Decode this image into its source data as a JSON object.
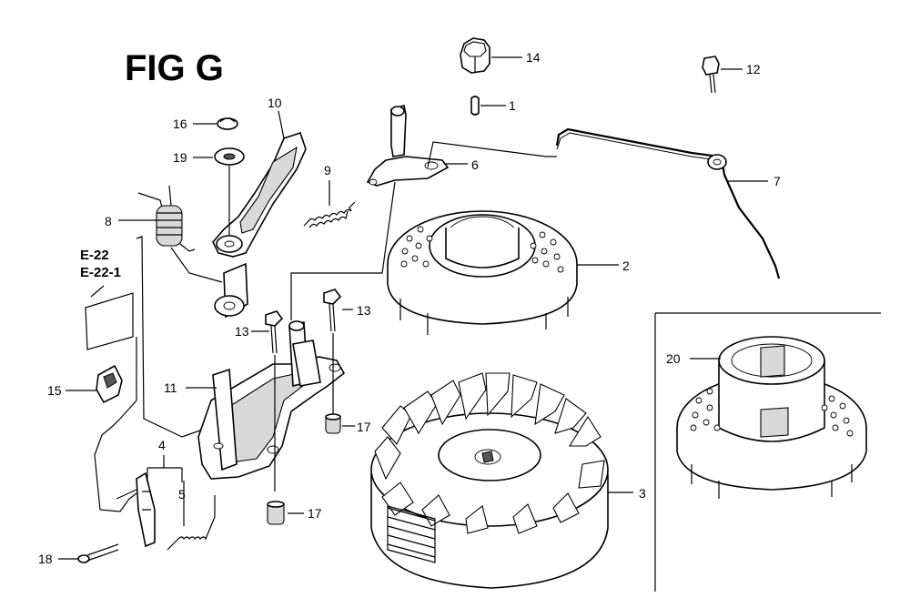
{
  "title": "FIG G",
  "references": {
    "e22": "E-22",
    "e22_1": "E-22-1"
  },
  "callouts": {
    "p1": "1",
    "p2": "2",
    "p3": "3",
    "p4": "4",
    "p5": "5",
    "p6": "6",
    "p7": "7",
    "p8": "8",
    "p9": "9",
    "p10": "10",
    "p11": "11",
    "p12": "12",
    "p13a": "13",
    "p13b": "13",
    "p14": "14",
    "p15": "15",
    "p16": "16",
    "p17a": "17",
    "p17b": "17",
    "p18": "18",
    "p19": "19",
    "p20": "20"
  }
}
